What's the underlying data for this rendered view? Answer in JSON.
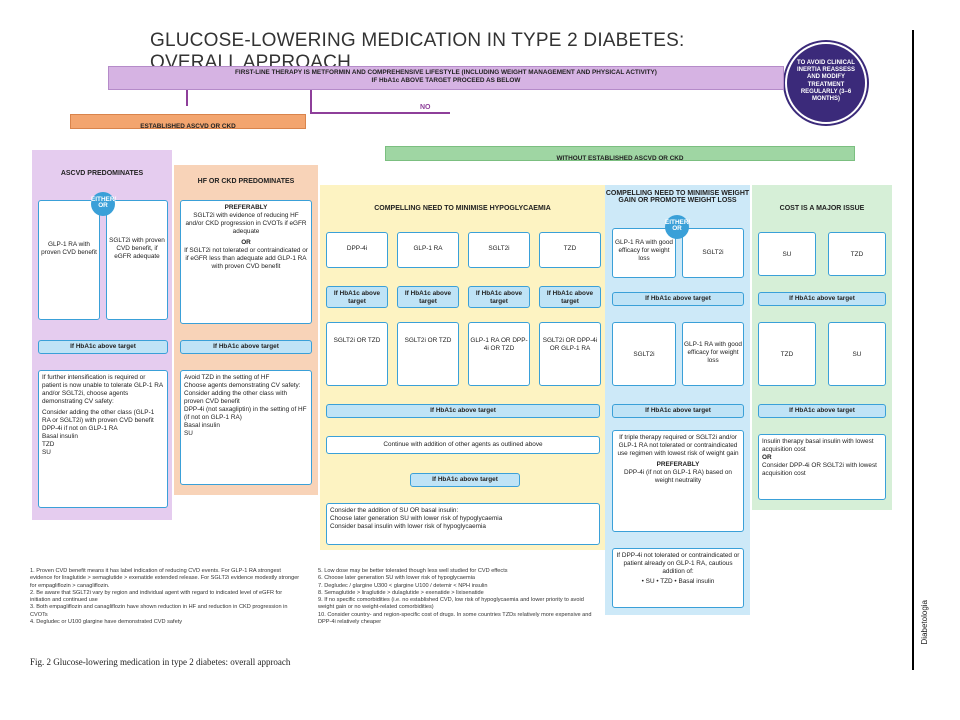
{
  "title": "GLUCOSE-LOWERING MEDICATION IN TYPE 2 DIABETES: OVERALL APPROACH",
  "first_line_1": "FIRST-LINE THERAPY IS METFORMIN AND COMPREHENSIVE LIFESTYLE (INCLUDING WEIGHT MANAGEMENT AND PHYSICAL ACTIVITY)",
  "first_line_2": "IF HbA1c ABOVE TARGET PROCEED AS BELOW",
  "circle": "TO AVOID CLINICAL INERTIA REASSESS AND MODIFY TREATMENT REGULARLY (3–6 MONTHS)",
  "no": "NO",
  "established": "ESTABLISHED ASCVD OR CKD",
  "without": "WITHOUT ESTABLISHED ASCVD OR CKD",
  "either_or": "EITHER/ OR",
  "hba1c_target": "If HbA1c above target",
  "hba1c_short": "If HbA1c above target",
  "ascvd": {
    "header": "ASCVD PREDOMINATES",
    "left": "GLP-1 RA with proven CVD benefit",
    "right": "SGLT2i with proven CVD benefit, if eGFR adequate",
    "text": "If further intensification is required or patient is now unable to tolerate GLP-1 RA and/or SGLT2i, choose agents demonstrating CV safety:",
    "b1": "Consider adding the other class (GLP-1 RA or SGLT2i) with proven CVD benefit",
    "b2": "DPP-4i if not on GLP-1 RA",
    "b3": "Basal insulin",
    "b4": "TZD",
    "b5": "SU"
  },
  "hf": {
    "header": "HF OR CKD PREDOMINATES",
    "pref": "PREFERABLY",
    "text1": "SGLT2i with evidence of reducing HF and/or CKD progression in CVOTs if eGFR adequate",
    "or": "OR",
    "text2": "If SGLT2i not tolerated or contraindicated or if eGFR less than adequate add GLP-1 RA with proven CVD benefit",
    "b1": "Avoid TZD in the setting of HF",
    "choose": "Choose agents demonstrating CV safety:",
    "b2": "Consider adding the other class with proven CVD benefit",
    "b3": "DPP-4i (not saxagliptin) in the setting of HF (if not on GLP-1 RA)",
    "b4": "Basal insulin",
    "b5": "SU"
  },
  "hypo": {
    "header": "COMPELLING NEED TO MINIMISE HYPOGLYCAEMIA",
    "drugs": [
      "DPP-4i",
      "GLP-1 RA",
      "SGLT2i",
      "TZD"
    ],
    "next": [
      "SGLT2i OR TZD",
      "SGLT2i OR TZD",
      "GLP-1 RA OR DPP-4i OR TZD",
      "SGLT2i OR DPP-4i OR GLP-1 RA"
    ],
    "continue": "Continue with addition of other agents as outlined above",
    "consider": "Consider the addition of SU OR basal insulin:",
    "c1": "Choose later generation SU with lower risk of hypoglycaemia",
    "c2": "Consider basal insulin with lower risk of hypoglycaemia"
  },
  "weight": {
    "header": "COMPELLING NEED TO MINIMISE WEIGHT GAIN OR PROMOTE WEIGHT LOSS",
    "left": "GLP-1 RA with good efficacy for weight loss",
    "right": "SGLT2i",
    "n1": "SGLT2i",
    "n2": "GLP-1 RA with good efficacy for weight loss",
    "text": "If triple therapy required or SGLT2i and/or GLP-1 RA not tolerated or contraindicated use regimen with lowest risk of weight gain",
    "pref": "PREFERABLY",
    "text2": "DPP-4i (if not on GLP-1 RA) based on weight neutrality",
    "text3": "If DPP-4i not tolerated or contraindicated or patient already on GLP-1 RA, cautious addition of:",
    "text4": "• SU • TZD • Basal insulin"
  },
  "cost": {
    "header": "COST IS A MAJOR ISSUE",
    "left": "SU",
    "right": "TZD",
    "n1": "TZD",
    "n2": "SU",
    "t1": "Insulin therapy basal insulin with lowest acquisition cost",
    "or": "OR",
    "t2": "Consider DPP-4i OR SGLT2i with lowest acquisition cost"
  },
  "footnotes_left": [
    "1. Proven CVD benefit means it has label indication of reducing CVD events. For GLP-1 RA strongest evidence for liraglutide > semaglutide > exenatide extended release. For SGLT2i evidence modestly stronger for empagliflozin > canagliflozin.",
    "2. Be aware that SGLT2i vary by region and individual agent with regard to indicated level of eGFR for initiation and continued use",
    "3. Both empagliflozin and canagliflozin have shown reduction in HF and reduction in CKD progression in CVOTs",
    "4. Degludec or U100 glargine have demonstrated CVD safety"
  ],
  "footnotes_right": [
    "5. Low dose may be better tolerated though less well studied for CVD effects",
    "6. Choose later generation SU with lower risk of hypoglycaemia",
    "7. Degludec / glargine U300 < glargine U100 / detemir < NPH insulin",
    "8. Semaglutide > liraglutide > dulaglutide > exenatide > lixisenatide",
    "9. If no specific comorbidities (i.e. no established CVD, low risk of hypoglycaemia and lower priority to avoid weight gain or no weight-related comorbidities)",
    "10. Consider country- and region-specific cost of drugs. In some countries TZDs relatively more expensive and DPP-4i relatively cheaper"
  ],
  "caption": "Fig. 2  Glucose-lowering medication in type 2 diabetes: overall approach",
  "journal": "Diabetologia",
  "colors": {
    "purple": "#d6b3e3",
    "orange": "#f3a56f",
    "green": "#9fd6a3",
    "blue": "#3aa0d8",
    "dark": "#3b2a7a"
  }
}
